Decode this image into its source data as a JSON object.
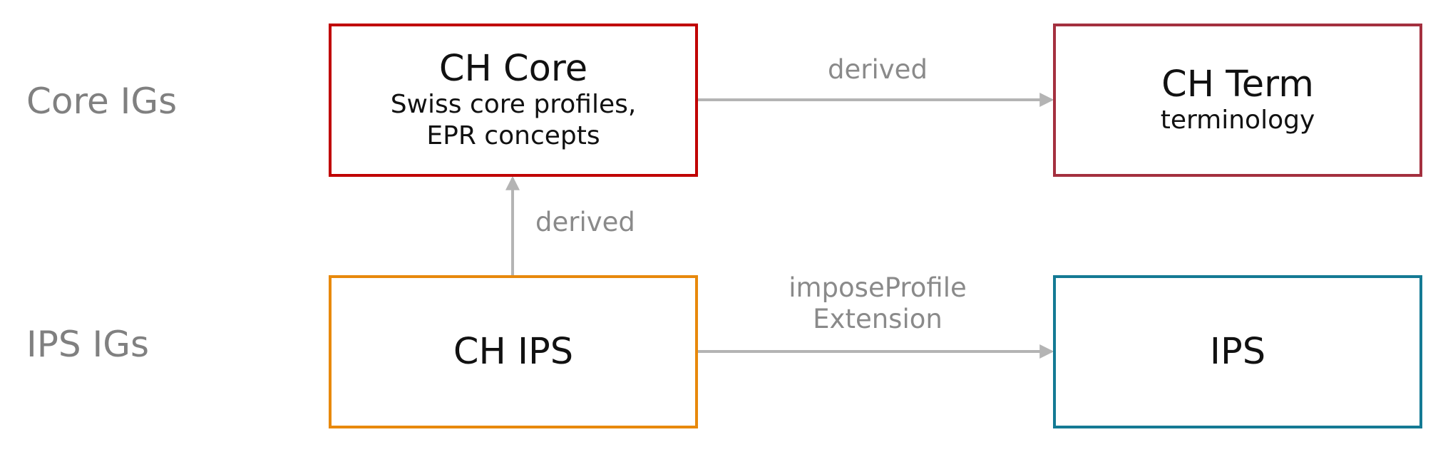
{
  "rows": {
    "core_label": "Core IGs",
    "ips_label": "IPS IGs"
  },
  "nodes": {
    "ch_core": {
      "title": "CH Core",
      "subtitle_line1": "Swiss core profiles,",
      "subtitle_line2": "EPR concepts",
      "border_color": "#C00000"
    },
    "ch_term": {
      "title": "CH Term",
      "subtitle": "terminology",
      "border_color": "#A4303F"
    },
    "ch_ips": {
      "title": "CH IPS",
      "border_color": "#E8890C"
    },
    "ips": {
      "title": "IPS",
      "border_color": "#147A94"
    }
  },
  "edges": {
    "core_to_term": {
      "label": "derived"
    },
    "ips_to_core": {
      "label": "derived"
    },
    "chips_to_ips": {
      "label_line1": "imposeProfile",
      "label_line2": "Extension"
    }
  },
  "colors": {
    "arrow": "#B4B4B4",
    "muted_text": "#808080"
  }
}
